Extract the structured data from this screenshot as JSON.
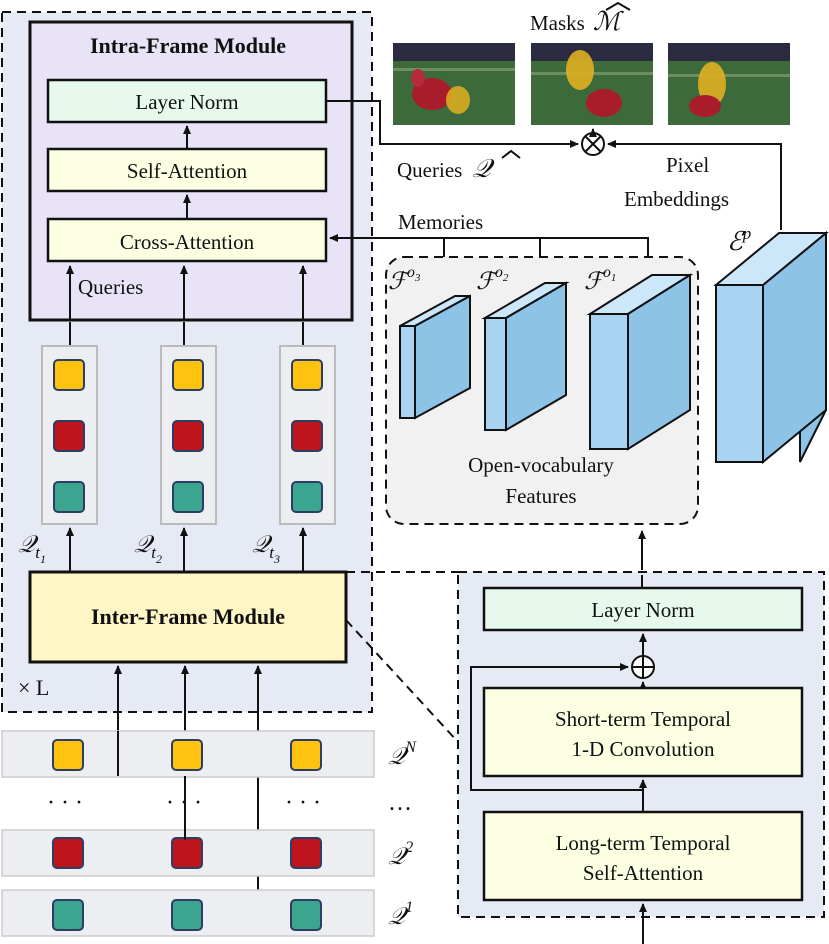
{
  "intra_frame": {
    "title": "Intra-Frame Module",
    "layer_norm": "Layer Norm",
    "self_attention": "Self-Attention",
    "cross_attention": "Cross-Attention",
    "queries_label": "Queries"
  },
  "times_l": "× L",
  "inter_frame": {
    "title": "Inter-Frame Module"
  },
  "frame_queries": [
    {
      "base": "𝒬",
      "sub": "t",
      "subsub": "1"
    },
    {
      "base": "𝒬",
      "sub": "t",
      "subsub": "2"
    },
    {
      "base": "𝒬",
      "sub": "t",
      "subsub": "3"
    }
  ],
  "query_rows": [
    {
      "base": "𝒬",
      "sup": "N"
    },
    {
      "base": "…",
      "sup": ""
    },
    {
      "base": "𝒬",
      "sup": "2"
    },
    {
      "base": "𝒬",
      "sup": "1"
    }
  ],
  "dots": "· · ·",
  "masks": {
    "label": "Masks",
    "symbol": "ℳ"
  },
  "queries_hat": {
    "label": "Queries",
    "symbol": "𝒬"
  },
  "pixel_embeddings": {
    "line1": "Pixel",
    "line2": "Embeddings",
    "symbol": "ℰ",
    "sup": "p"
  },
  "memories": "Memories",
  "features": [
    {
      "base": "ℱ",
      "sup": "o",
      "supsub": "3"
    },
    {
      "base": "ℱ",
      "sup": "o",
      "supsub": "2"
    },
    {
      "base": "ℱ",
      "sup": "o",
      "supsub": "1"
    }
  ],
  "open_vocab": {
    "line1": "Open-vocabulary",
    "line2": "Features"
  },
  "inter_detail": {
    "layer_norm": "Layer Norm",
    "short_term_1": "Short-term Temporal",
    "short_term_2": "1-D Convolution",
    "long_term_1": "Long-term Temporal",
    "long_term_2": "Self-Attention"
  },
  "colors": {
    "yellow": "#FFC20E",
    "red": "#C0141C",
    "teal": "#3BA590",
    "module_bg": "#E9E3F8",
    "panel_bg": "#E5EAF5",
    "green_box": "#E7F8EC",
    "cream_box": "#FDFFE3",
    "inter_box": "#FFF6C6",
    "feature_blue": "#A8D4F2"
  }
}
